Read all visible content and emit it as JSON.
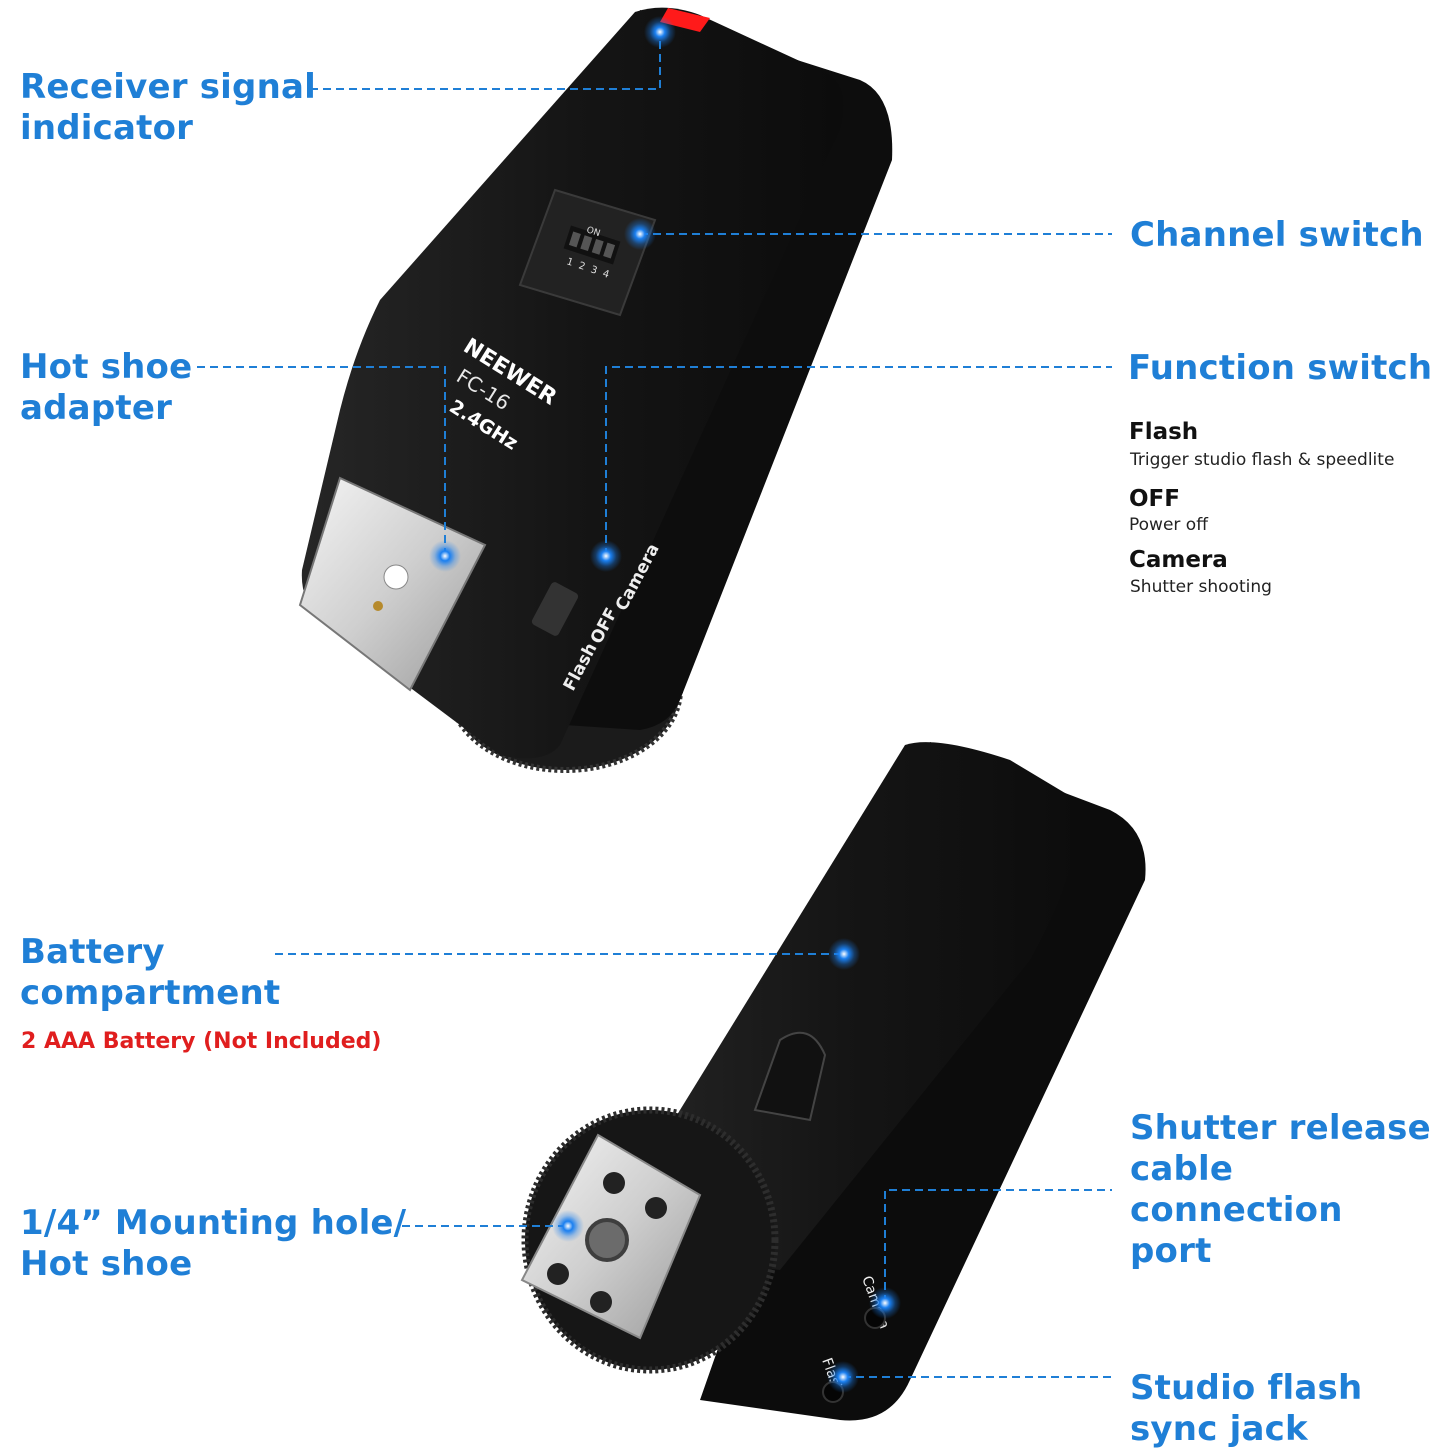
{
  "labels": {
    "receiver_signal_line1": "Receiver signal",
    "receiver_signal_line2": "indicator",
    "channel_switch": "Channel switch",
    "hot_shoe_line1": "Hot shoe",
    "hot_shoe_line2": "adapter",
    "function_switch": "Function switch",
    "battery_line1": "Battery",
    "battery_line2": "compartment",
    "battery_note": "2 AAA Battery (Not Included)",
    "mounting_line1": "1/4”  Mounting hole/",
    "mounting_line2": "Hot shoe",
    "shutter_line1": "Shutter release",
    "shutter_line2": "cable connection",
    "shutter_line3": "port",
    "studio_line1": "Studio flash",
    "studio_line2": "sync jack"
  },
  "function_modes": [
    {
      "name": "Flash",
      "desc": "Trigger studio flash & speedlite"
    },
    {
      "name": "OFF",
      "desc": "Power off"
    },
    {
      "name": "Camera",
      "desc": "Shutter shooting"
    }
  ],
  "device_markings": {
    "brand": "NEEWER",
    "model": "FC-16",
    "frequency": "2.4GHz",
    "dip_on": "ON",
    "dip_numbers": [
      "1",
      "2",
      "3",
      "4"
    ],
    "switch_flash": "Flash",
    "switch_off": "OFF",
    "switch_camera": "Camera",
    "port_camera": "Camera",
    "port_flash": "Flash"
  },
  "colors": {
    "accent": "#1f7fd6",
    "warning": "#e01e1e",
    "body": "#161616",
    "led": "#ff1a1a"
  }
}
